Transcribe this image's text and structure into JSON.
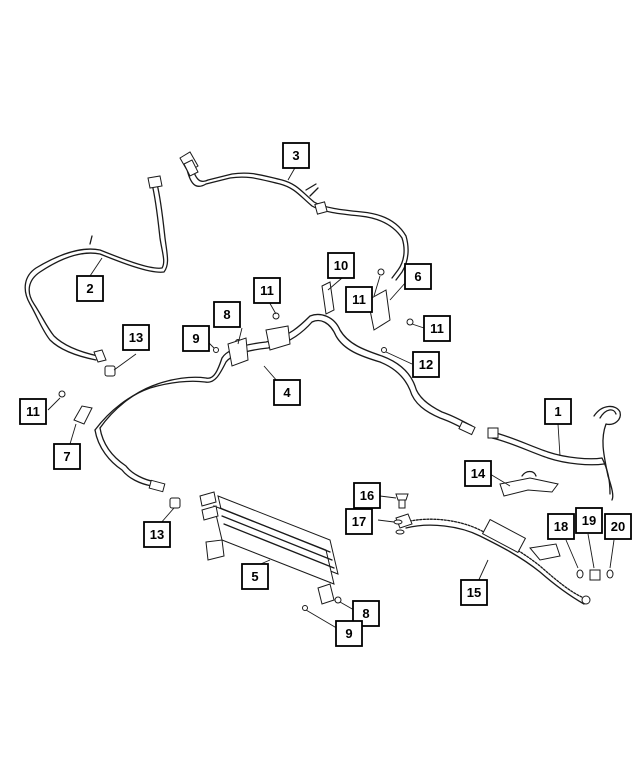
{
  "callouts": [
    {
      "id": "c1",
      "label": "1"
    },
    {
      "id": "c2",
      "label": "2"
    },
    {
      "id": "c3",
      "label": "3"
    },
    {
      "id": "c4",
      "label": "4"
    },
    {
      "id": "c5",
      "label": "5"
    },
    {
      "id": "c6",
      "label": "6"
    },
    {
      "id": "c7",
      "label": "7"
    },
    {
      "id": "c8a",
      "label": "8"
    },
    {
      "id": "c8b",
      "label": "8"
    },
    {
      "id": "c9a",
      "label": "9"
    },
    {
      "id": "c9b",
      "label": "9"
    },
    {
      "id": "c10",
      "label": "10"
    },
    {
      "id": "c11a",
      "label": "11"
    },
    {
      "id": "c11b",
      "label": "11"
    },
    {
      "id": "c11c",
      "label": "11"
    },
    {
      "id": "c11d",
      "label": "11"
    },
    {
      "id": "c12",
      "label": "12"
    },
    {
      "id": "c13a",
      "label": "13"
    },
    {
      "id": "c13b",
      "label": "13"
    },
    {
      "id": "c14",
      "label": "14"
    },
    {
      "id": "c15",
      "label": "15"
    },
    {
      "id": "c16",
      "label": "16"
    },
    {
      "id": "c17",
      "label": "17"
    },
    {
      "id": "c18",
      "label": "18"
    },
    {
      "id": "c19",
      "label": "19"
    },
    {
      "id": "c20",
      "label": "20"
    }
  ]
}
